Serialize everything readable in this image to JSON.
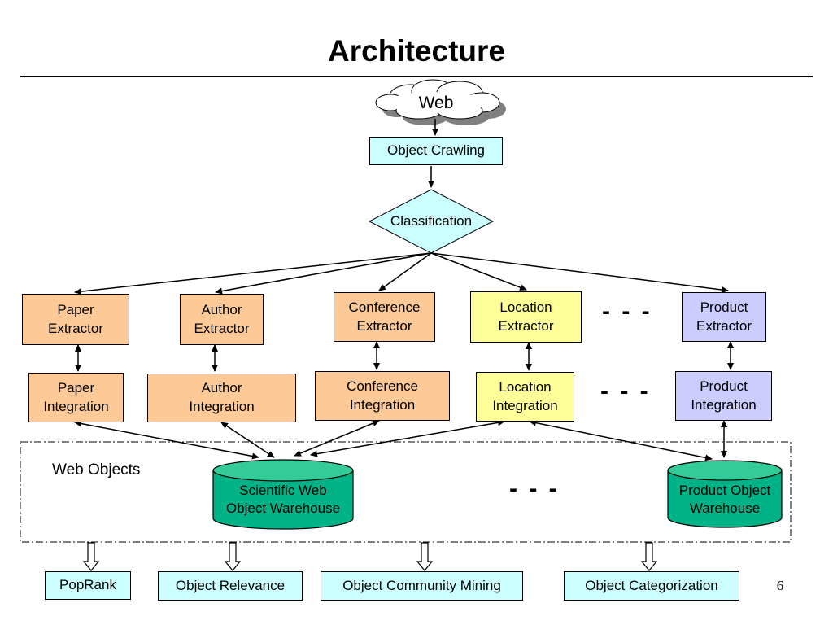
{
  "title": "Architecture",
  "page_number": "6",
  "web_cloud": "Web",
  "crawling": "Object Crawling",
  "classification": "Classification",
  "extractors": [
    {
      "line1": "Paper",
      "line2": "Extractor"
    },
    {
      "line1": "Author",
      "line2": "Extractor"
    },
    {
      "line1": "Conference",
      "line2": "Extractor"
    },
    {
      "line1": "Location",
      "line2": "Extractor"
    },
    {
      "line1": "Product",
      "line2": "Extractor"
    }
  ],
  "integrations": [
    {
      "line1": "Paper",
      "line2": "Integration"
    },
    {
      "line1": "Author",
      "line2": "Integration"
    },
    {
      "line1": "Conference",
      "line2": "Integration"
    },
    {
      "line1": "Location",
      "line2": "Integration"
    },
    {
      "line1": "Product",
      "line2": "Integration"
    }
  ],
  "ellipsis": "- - -",
  "web_objects_label": "Web Objects",
  "warehouses": [
    {
      "line1": "Scientific Web",
      "line2": "Object Warehouse"
    },
    {
      "line1": "Product Object",
      "line2": "Warehouse"
    }
  ],
  "applications": [
    "PopRank",
    "Object Relevance",
    "Object Community Mining",
    "Object Categorization"
  ],
  "colors": {
    "cyan_box": "#ccffff",
    "orange_box": "#fcc997",
    "yellow_box": "#ffff99",
    "lavender_box": "#ccccff",
    "warehouse": "#00b386",
    "cloud": "#ffffff"
  }
}
